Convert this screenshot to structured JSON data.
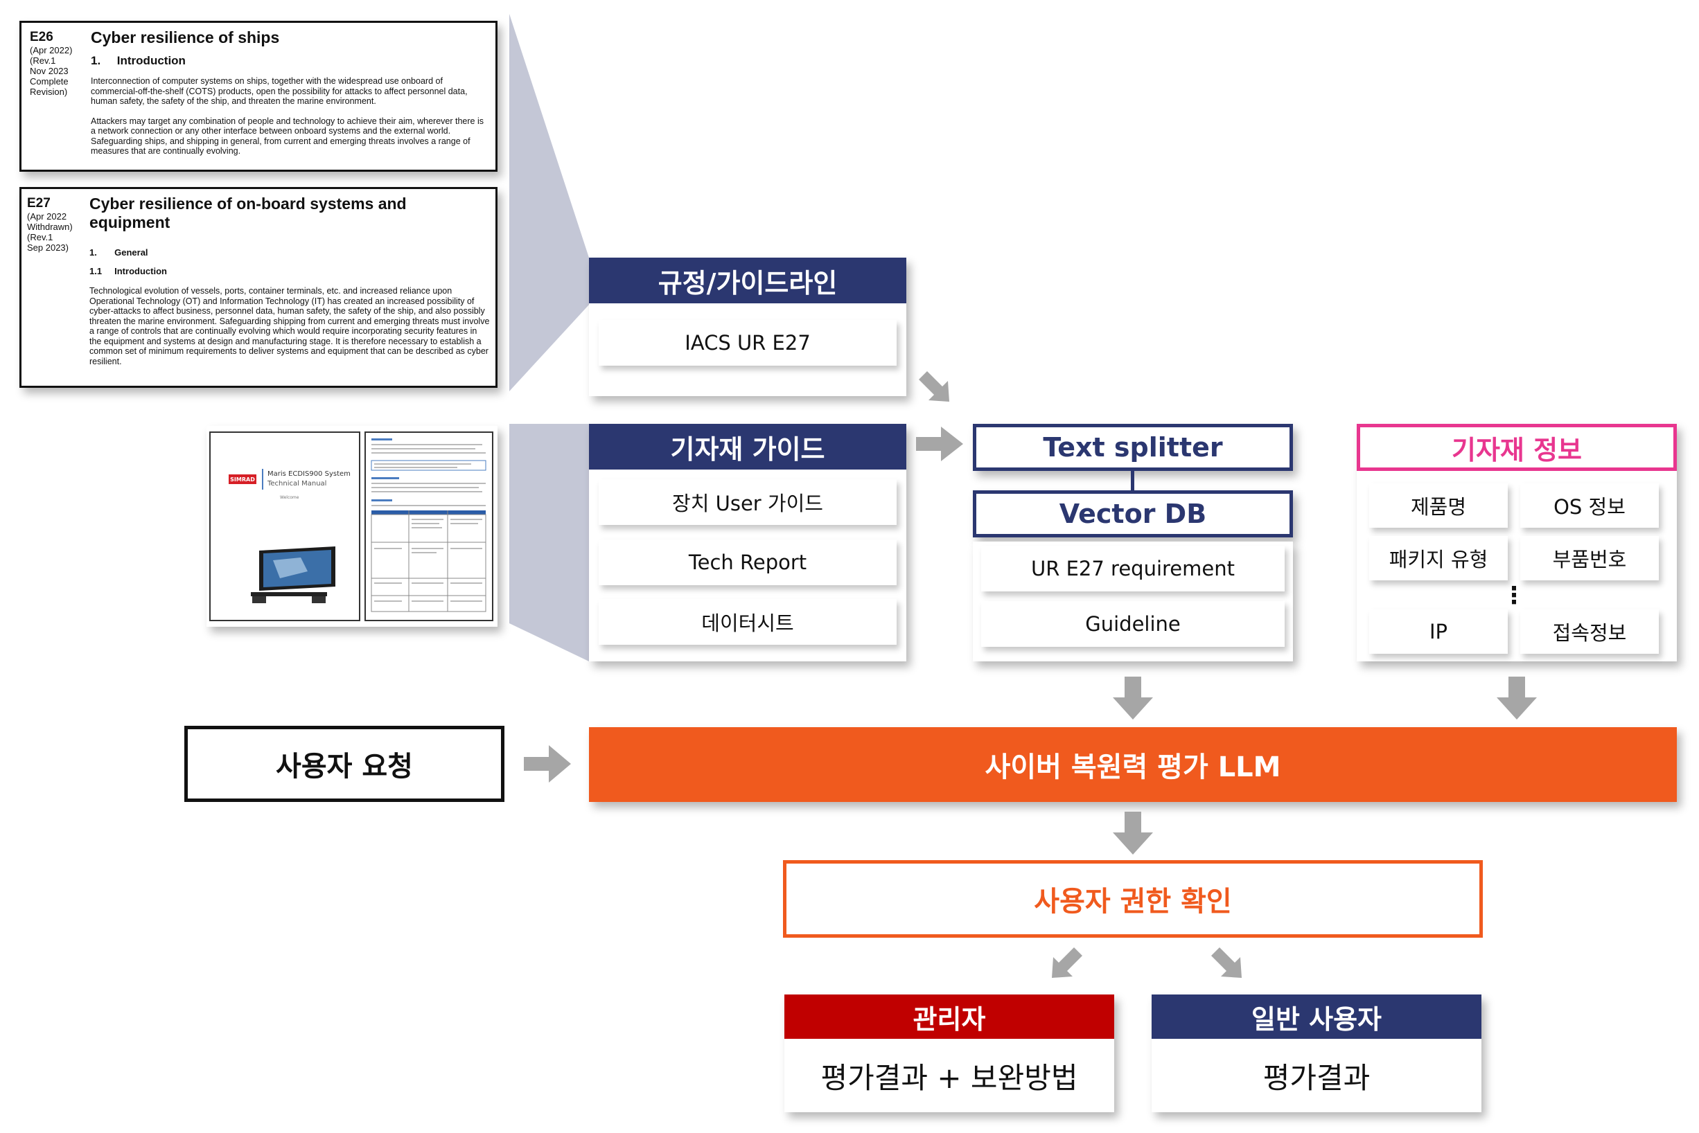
{
  "colors": {
    "navy": "#2b3770",
    "orange": "#f05a1e",
    "pink": "#e8368f",
    "red": "#c00000",
    "arrow_gray": "#a6a6a6"
  },
  "doc_e26": {
    "id": "E26",
    "meta": [
      "(Apr 2022)",
      "(Rev.1",
      "Nov 2023",
      "Complete",
      "Revision)"
    ],
    "title": "Cyber resilience of ships",
    "heading": "1.     Introduction",
    "para1": "Interconnection of computer systems on ships, together with the widespread use onboard of commercial-off-the-shelf (COTS) products, open the possibility for attacks to affect personnel data, human safety, the safety of the ship, and threaten the marine environment.",
    "para2": "Attackers may target any combination of people and technology to achieve their aim, wherever there is a network connection or any other interface between onboard systems and the external world. Safeguarding ships, and shipping in general, from current and emerging threats involves a range of measures that are continually evolving."
  },
  "doc_e27": {
    "id": "E27",
    "meta": [
      "(Apr 2022",
      "Withdrawn)",
      "(Rev.1",
      "Sep 2023)"
    ],
    "title": "Cyber resilience of on-board systems and equipment",
    "heading": "1.       General",
    "subheading": "1.1     Introduction",
    "para": "Technological evolution of vessels, ports, container terminals, etc. and increased reliance upon Operational Technology (OT) and Information Technology (IT) has created an increased possibility of cyber-attacks to affect business, personnel data, human safety, the safety of the ship, and also possibly threaten the marine environment. Safeguarding shipping from current and emerging threats must involve a range of controls that are continually evolving which would require incorporating security features in the equipment and systems at design and manufacturing stage.    It is therefore necessary to establish a common set of minimum requirements to deliver systems and equipment that can be described as cyber resilient."
  },
  "manual": {
    "brand": "SIMRAD",
    "title": "Maris ECDIS900 System",
    "subtitle": "Technical Manual",
    "tiny": "Welcome"
  },
  "regulation": {
    "header": "규정/가이드라인",
    "items": [
      "IACS UR E27"
    ]
  },
  "equipment_guide": {
    "header": "기자재 가이드",
    "items": [
      "장치 User 가이드",
      "Tech Report",
      "데이터시트"
    ]
  },
  "rag": {
    "splitter": "Text splitter",
    "vector_db": "Vector DB",
    "items": [
      "UR E27 requirement",
      "Guideline"
    ]
  },
  "equipment_info": {
    "header": "기자재 정보",
    "items": [
      "제품명",
      "OS 정보",
      "패키지 유형",
      "부품번호",
      "IP",
      "접속정보"
    ],
    "ellipsis": "⋮"
  },
  "user_request": "사용자 요청",
  "llm": "사이버 복원력 평가 LLM",
  "auth_check": "사용자 권한 확인",
  "admin": {
    "header": "관리자",
    "result": "평가결과 + 보완방법"
  },
  "general_user": {
    "header": "일반 사용자",
    "result": "평가결과"
  }
}
